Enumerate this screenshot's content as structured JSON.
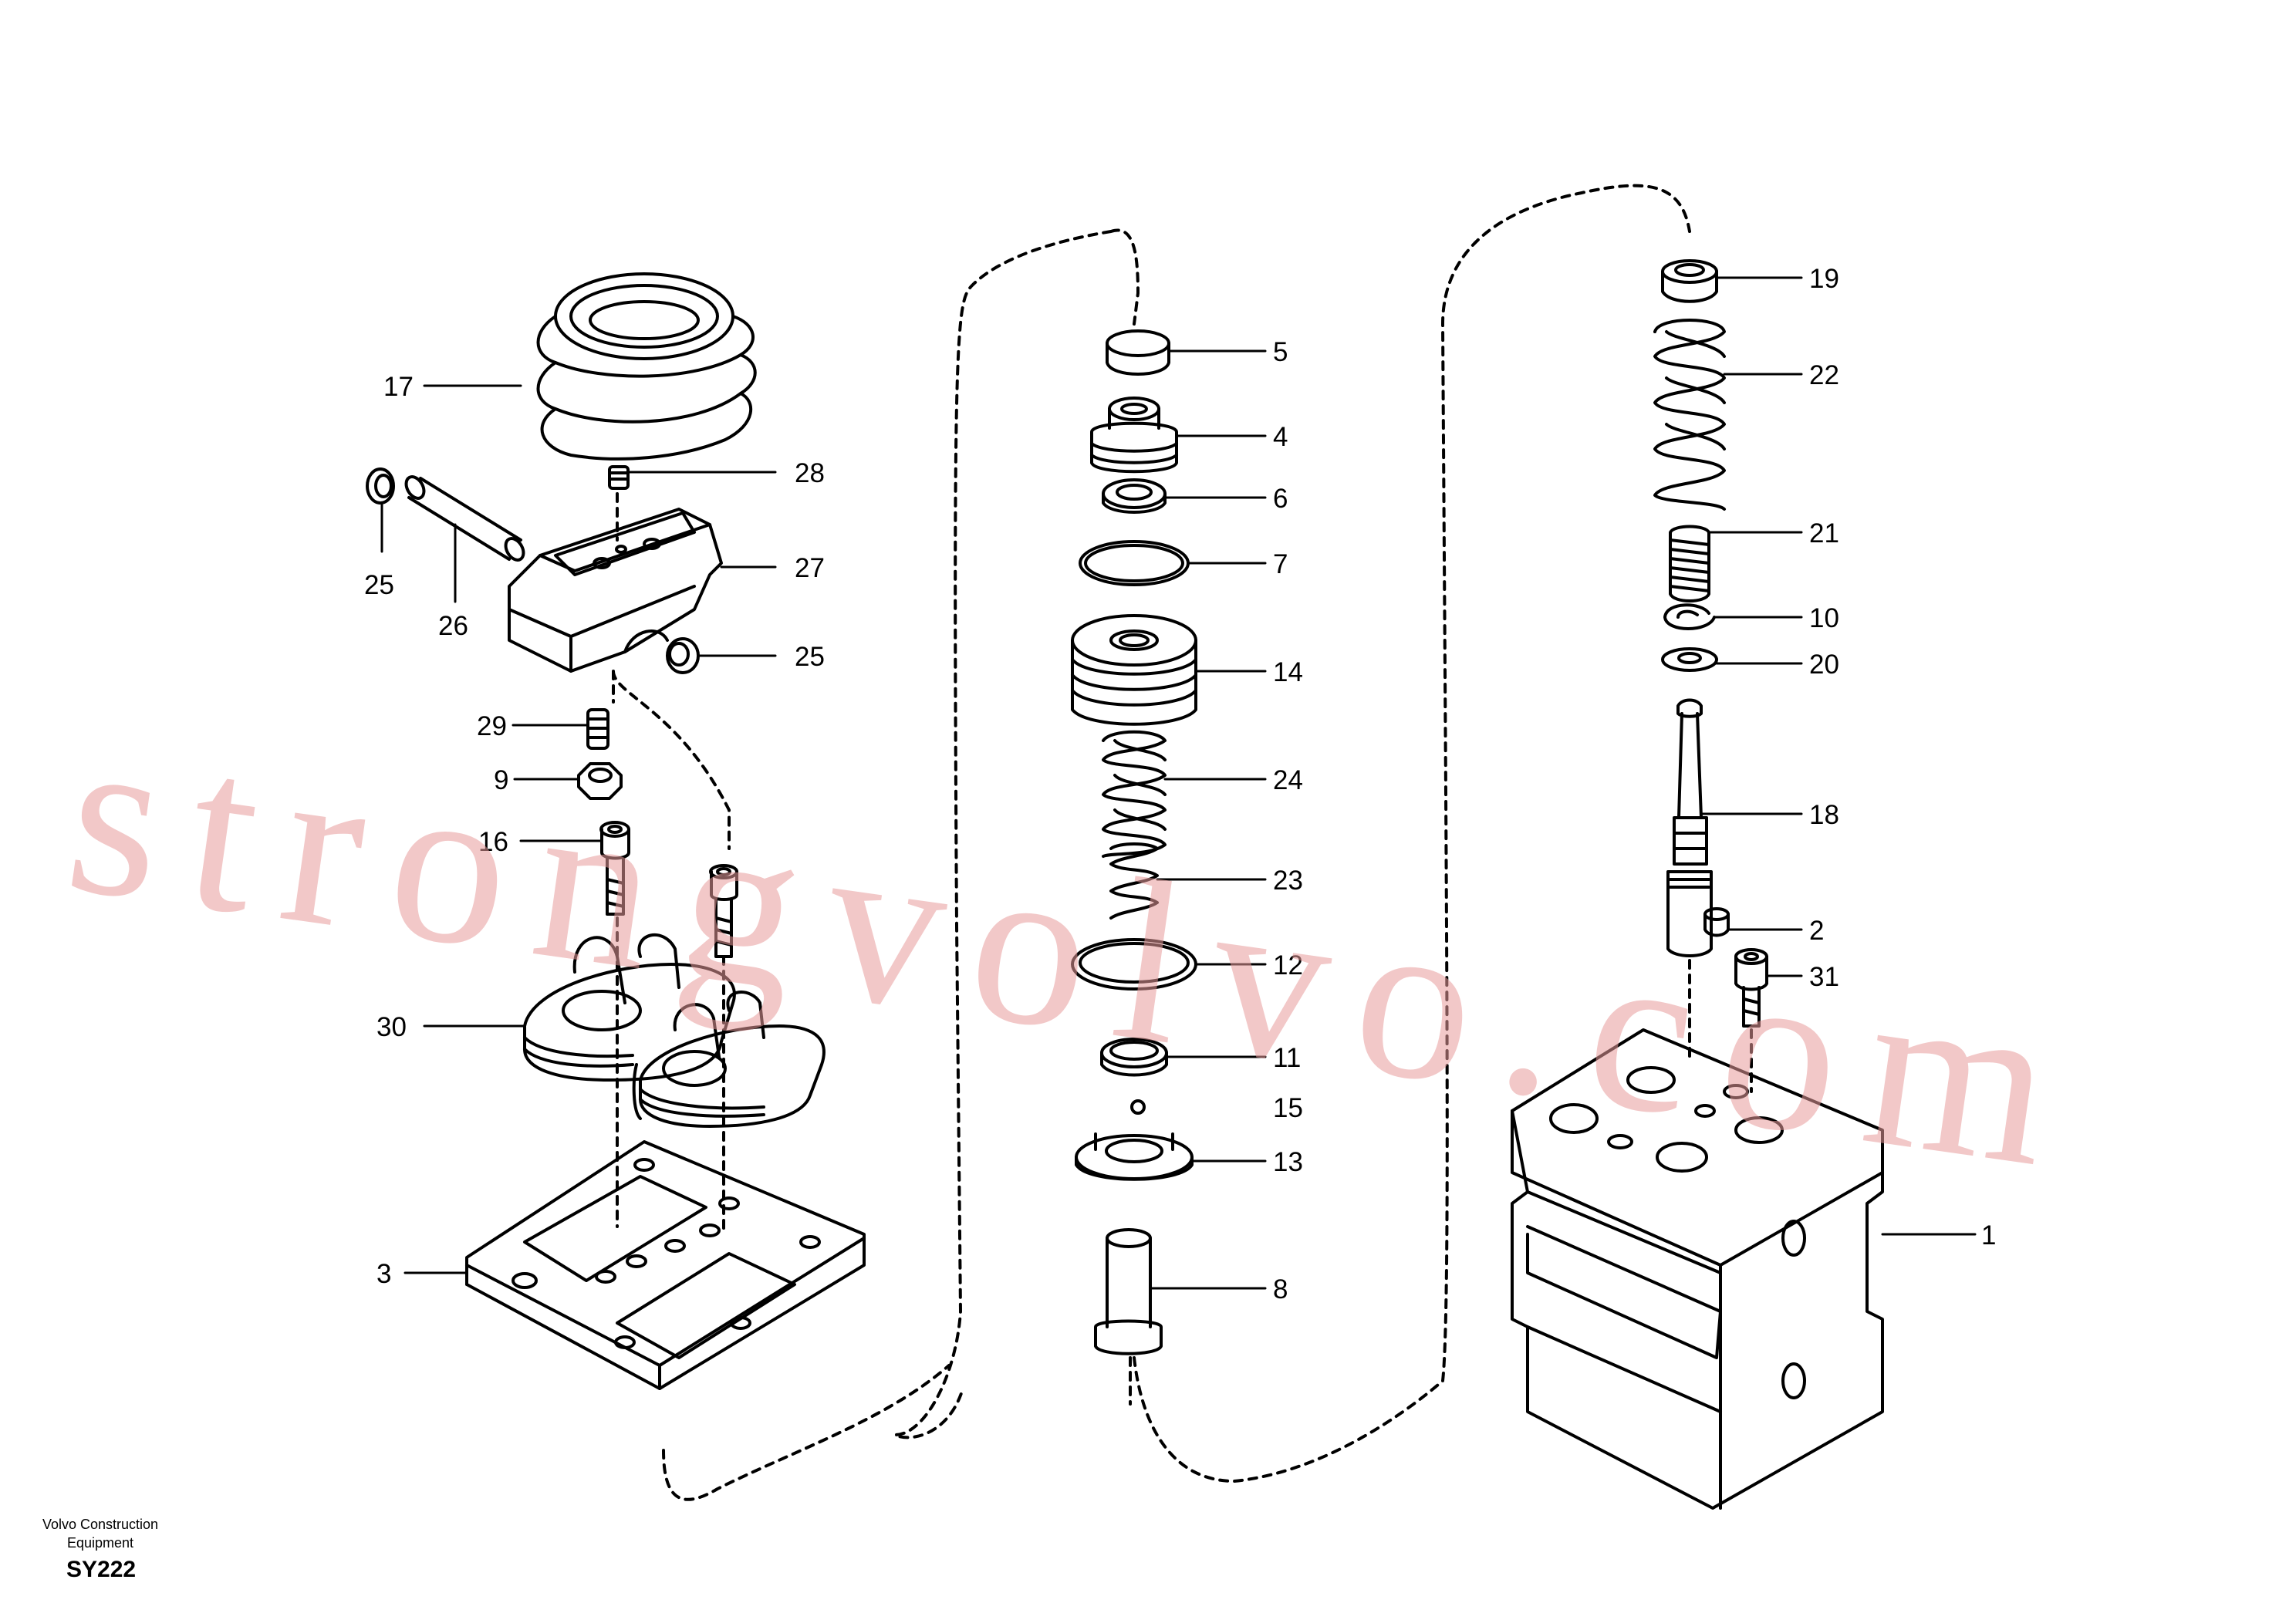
{
  "watermark": "strongvolvo.com",
  "footer": {
    "company_line1": "Volvo Construction",
    "company_line2": "Equipment",
    "code": "SY222"
  },
  "callouts": [
    {
      "id": "17"
    },
    {
      "id": "28"
    },
    {
      "id": "25a",
      "text": "25"
    },
    {
      "id": "26"
    },
    {
      "id": "27"
    },
    {
      "id": "25b",
      "text": "25"
    },
    {
      "id": "29"
    },
    {
      "id": "9"
    },
    {
      "id": "16"
    },
    {
      "id": "30"
    },
    {
      "id": "3"
    },
    {
      "id": "5a",
      "text": "5"
    },
    {
      "id": "4"
    },
    {
      "id": "6"
    },
    {
      "id": "7"
    },
    {
      "id": "14"
    },
    {
      "id": "24"
    },
    {
      "id": "23"
    },
    {
      "id": "12"
    },
    {
      "id": "11"
    },
    {
      "id": "15"
    },
    {
      "id": "13"
    },
    {
      "id": "8"
    },
    {
      "id": "19"
    },
    {
      "id": "22"
    },
    {
      "id": "21"
    },
    {
      "id": "10"
    },
    {
      "id": "20"
    },
    {
      "id": "18"
    },
    {
      "id": "2"
    },
    {
      "id": "31"
    },
    {
      "id": "1"
    }
  ],
  "labels": {
    "l17": "17",
    "l28": "28",
    "l25a": "25",
    "l26": "26",
    "l27": "27",
    "l25b": "25",
    "l29": "29",
    "l9": "9",
    "l16": "16",
    "l30": "30",
    "l3": "3",
    "l5a": "5",
    "l4": "4",
    "l6": "6",
    "l7": "7",
    "l14": "14",
    "l24": "24",
    "l23": "23",
    "l12": "12",
    "l11": "11",
    "l15": "15",
    "l13": "13",
    "l8": "8",
    "l19": "19",
    "l22": "22",
    "l21": "21",
    "l10": "10",
    "l20": "20",
    "l18": "18",
    "l2": "2",
    "l31": "31",
    "l1": "1"
  }
}
